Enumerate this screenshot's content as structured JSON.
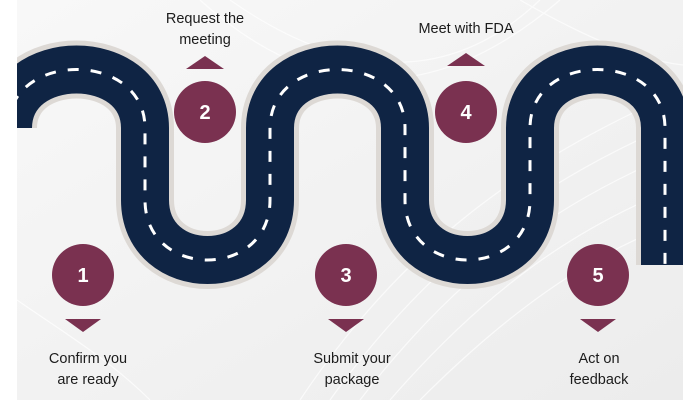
{
  "colors": {
    "road": "#0f2444",
    "road_edge": "#ddd9d5",
    "lane_marking": "#ffffff",
    "circle": "#7a3150",
    "marker": "#7a3150",
    "background": "#f5f5f5"
  },
  "steps": [
    {
      "number": "1",
      "label_line1": "Confirm you",
      "label_line2": "are ready"
    },
    {
      "number": "2",
      "label_line1": "Request the",
      "label_line2": "meeting"
    },
    {
      "number": "3",
      "label_line1": "Submit your",
      "label_line2": "package"
    },
    {
      "number": "4",
      "label_line1": "Meet with FDA",
      "label_line2": ""
    },
    {
      "number": "5",
      "label_line1": "Act on",
      "label_line2": "feedback"
    }
  ]
}
